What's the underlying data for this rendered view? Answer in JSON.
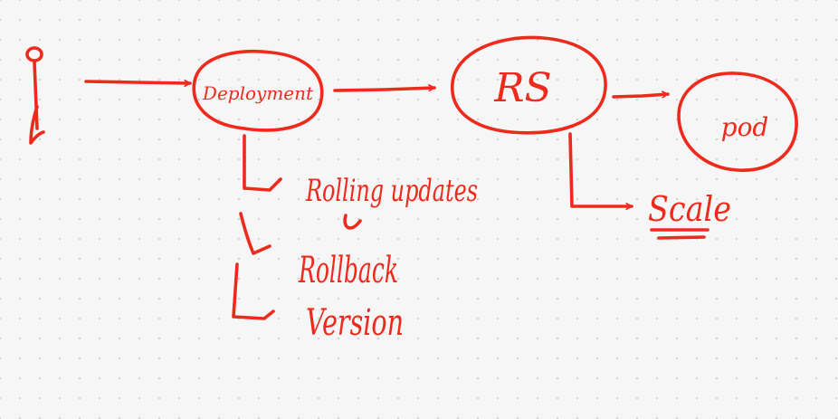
{
  "ink_color": "#ee2a1c",
  "background": "#f6f6f6",
  "nodes": {
    "deployment": "Deployment",
    "rs": "RS",
    "pod": "pod"
  },
  "branches": {
    "rolling_updates": "Rolling updates",
    "rollback": "Rollback",
    "version": "Version",
    "scale": "Scale"
  }
}
